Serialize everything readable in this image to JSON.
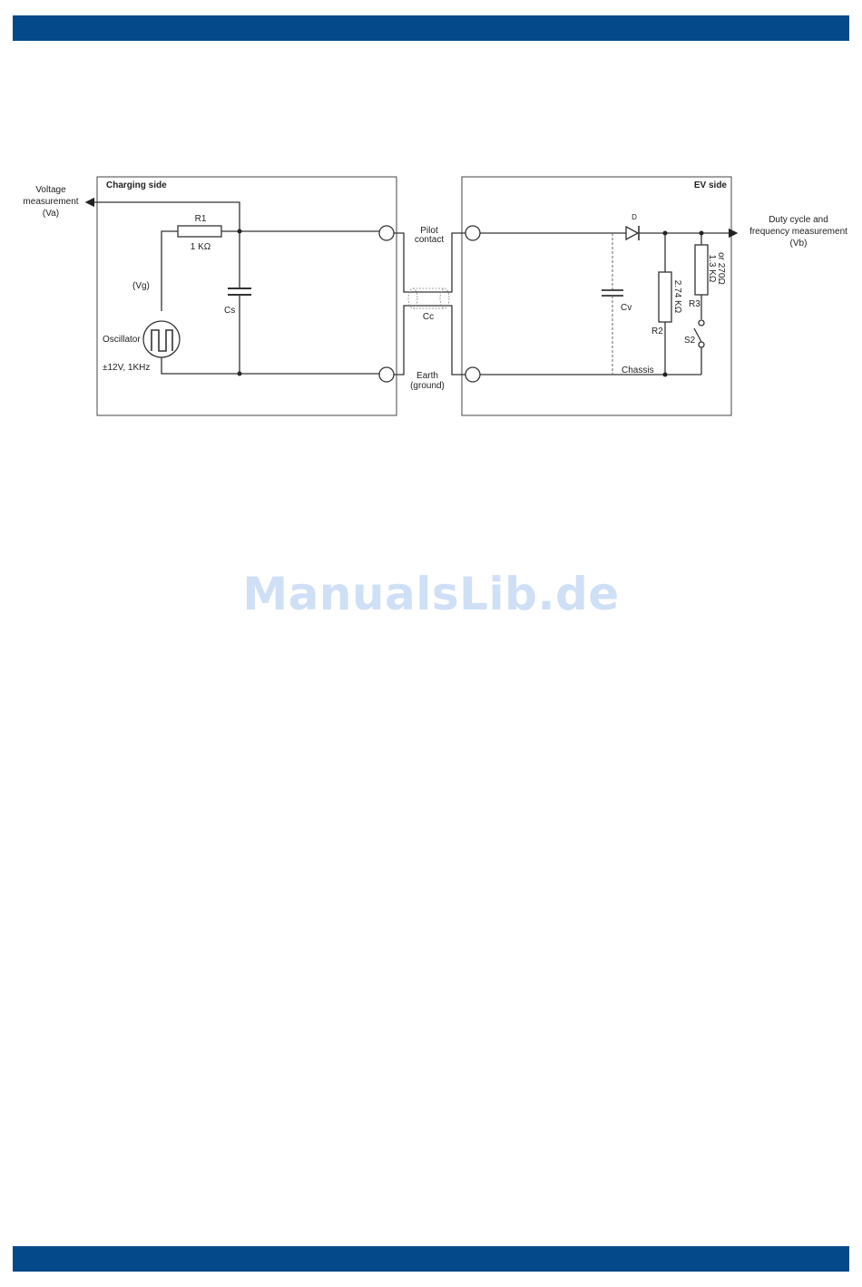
{
  "diagram": {
    "charging_side": "Charging side",
    "ev_side": "EV side",
    "voltage_measurement": [
      "Voltage",
      "measurement",
      "(Va)"
    ],
    "r1_name": "R1",
    "r1_value": "1 KΩ",
    "vg": "(Vg)",
    "cs": "Cs",
    "oscillator": "Oscillator",
    "oscillator_spec": "±12V, 1KHz",
    "pilot_contact": [
      "Pilot",
      "contact"
    ],
    "cc": "Cc",
    "earth": [
      "Earth",
      "(ground)"
    ],
    "diode": "D",
    "cv": "Cv",
    "chassis": "Chassis",
    "r2_name": "R2",
    "r2_value": "2.74 KΩ",
    "r3_name": "R3",
    "r3_value": [
      "1.3 KΩ",
      "or 270Ω"
    ],
    "s2": "S2",
    "duty_cycle": [
      "Duty cycle and",
      "frequency measurement",
      "(Vb)"
    ]
  },
  "watermark": "ManualsLib.de"
}
